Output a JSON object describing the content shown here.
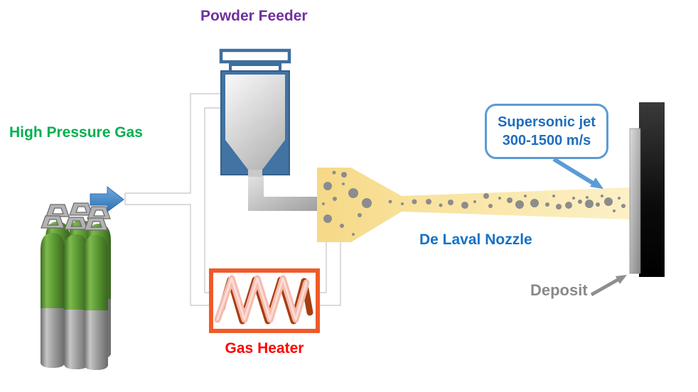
{
  "labels": {
    "powder_feeder": "Powder Feeder",
    "high_pressure_gas": "High Pressure Gas",
    "gas_heater": "Gas Heater",
    "de_laval_nozzle": "De Laval Nozzle",
    "deposit": "Deposit"
  },
  "callout": {
    "line1": "Supersonic jet",
    "line2": "300-1500 m/s"
  },
  "colors": {
    "powder_feeder_label": "#7030A0",
    "high_pressure_gas_label": "#00B050",
    "gas_heater_label": "#FF0000",
    "de_laval_nozzle_label": "#1572C5",
    "deposit_label": "#898989",
    "callout_text": "#1F6EC0",
    "callout_border": "#5B9BD5",
    "heater_border": "#F05A28",
    "heater_coil_pink": "#F5BBAE",
    "heater_coil_dark": "#A63E10",
    "powder_feeder_blue": "#4173A3",
    "nozzle_yellow": "#F8DF92",
    "particle_gray": "#8C8C8C",
    "cylinder_green": "#5C9A33",
    "flow_arrow_blue": "#4E8FD1",
    "substrate_black": "#0A0A0A",
    "deposit_gray": "#AFAFAF",
    "pipe_white": "#FFFFFF"
  }
}
